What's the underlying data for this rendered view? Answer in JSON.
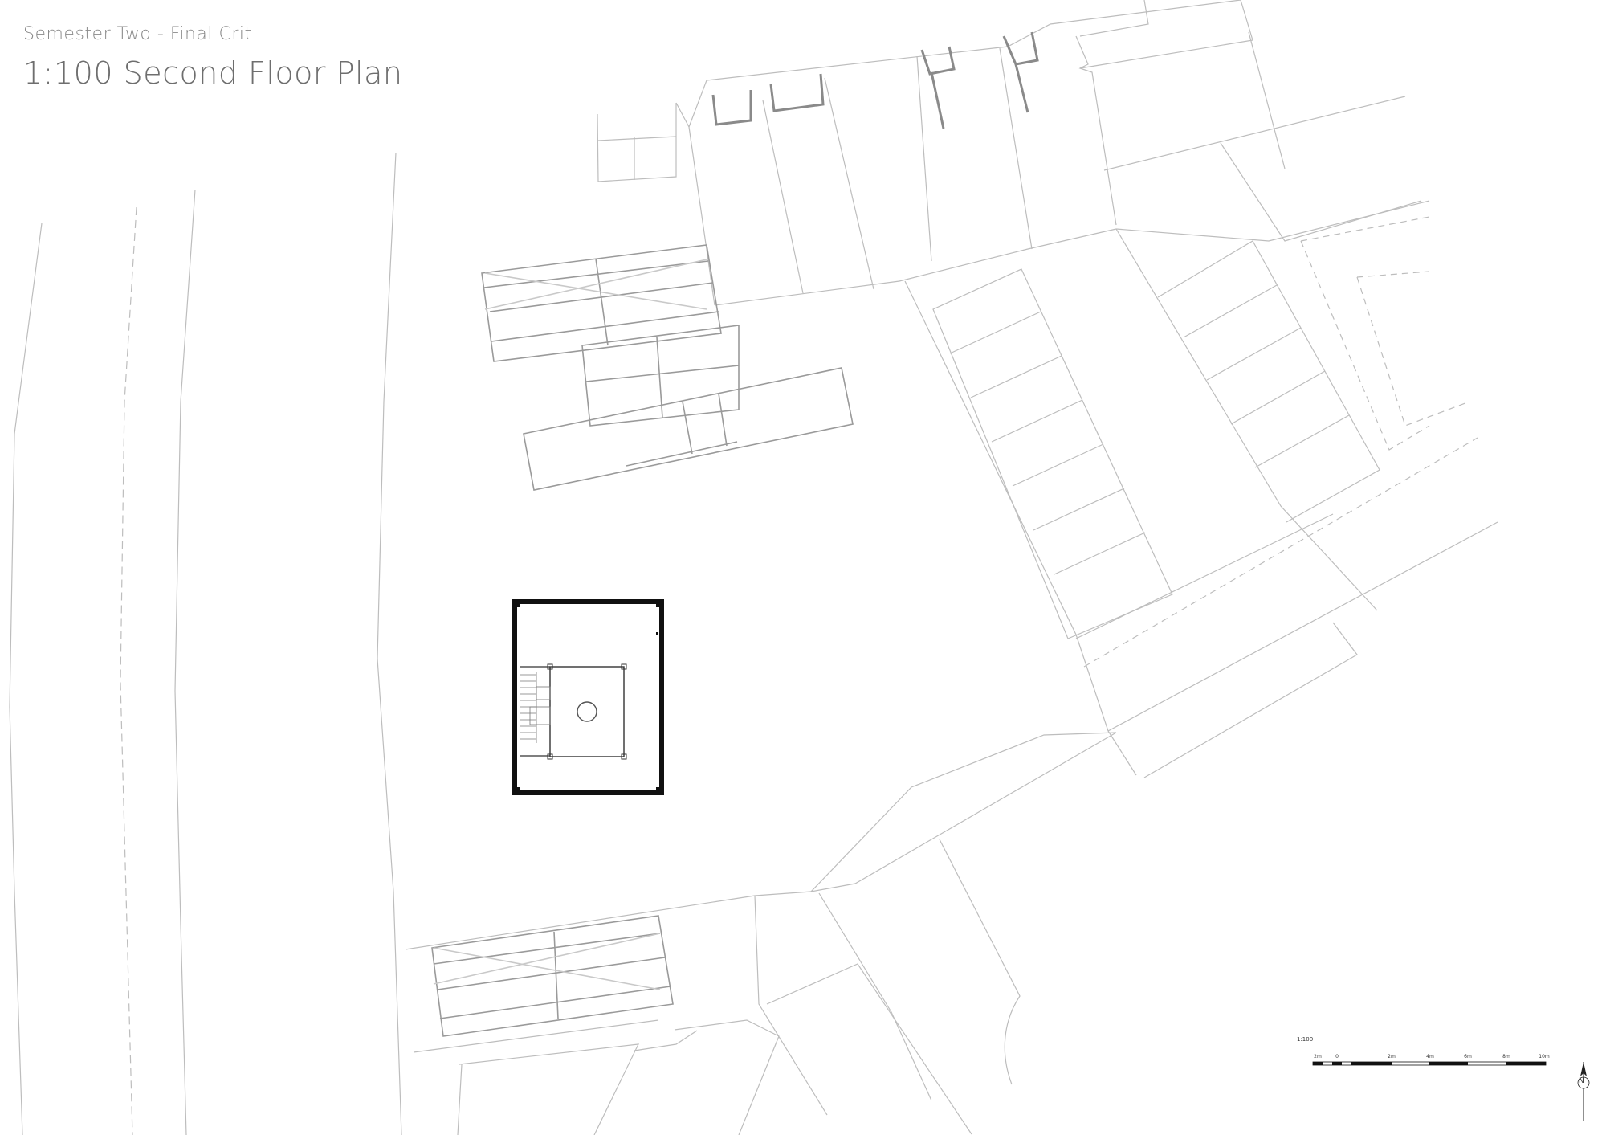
{
  "header": {
    "subtitle": "Semester Two - Final Crit",
    "title": "1:100 Second Floor Plan"
  },
  "scale_bar": {
    "ratio": "1:100",
    "ticks": [
      "2m",
      "0",
      "2m",
      "4m",
      "6m",
      "8m",
      "10m"
    ]
  },
  "north_arrow": {
    "label": "N"
  }
}
